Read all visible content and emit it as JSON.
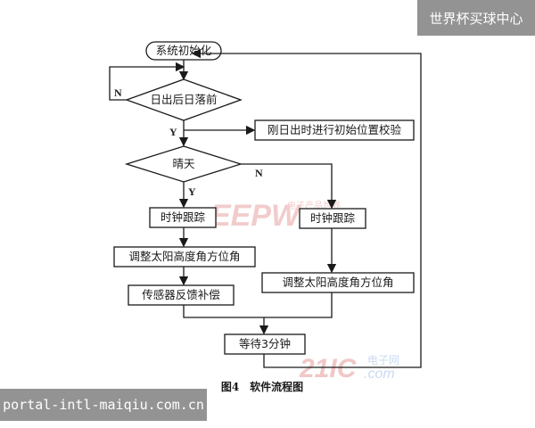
{
  "overlay": {
    "top_right": "世界杯买球中心",
    "bottom_left": "portal-intl-maiqiu.com.cn"
  },
  "flowchart": {
    "start": "系统初始化",
    "decision_sunrise": "日出后日落前",
    "calibrate": "刚日出时进行初始位置校验",
    "decision_sunny": "晴天",
    "track_left": "时钟跟踪",
    "track_right": "时钟跟踪",
    "adjust_left": "调整太阳高度角方位角",
    "adjust_right": "调整太阳高度角方位角",
    "sensor": "传感器反馈补偿",
    "wait": "等待3分钟",
    "label_n1": "N",
    "label_y1": "Y",
    "label_n2": "N",
    "label_y2": "Y",
    "caption": "图4　软件流程图"
  },
  "watermarks": {
    "center_logo": "EEPW",
    "center_sub": "电子产品世界",
    "bottom_logo": "21IC",
    "bottom_sub": "电子网",
    "bottom_domain": ".com"
  },
  "colors": {
    "ink": "#1a1a1a",
    "watermark_red": "#e8a3a3",
    "watermark_blue": "#a8c3e6"
  }
}
